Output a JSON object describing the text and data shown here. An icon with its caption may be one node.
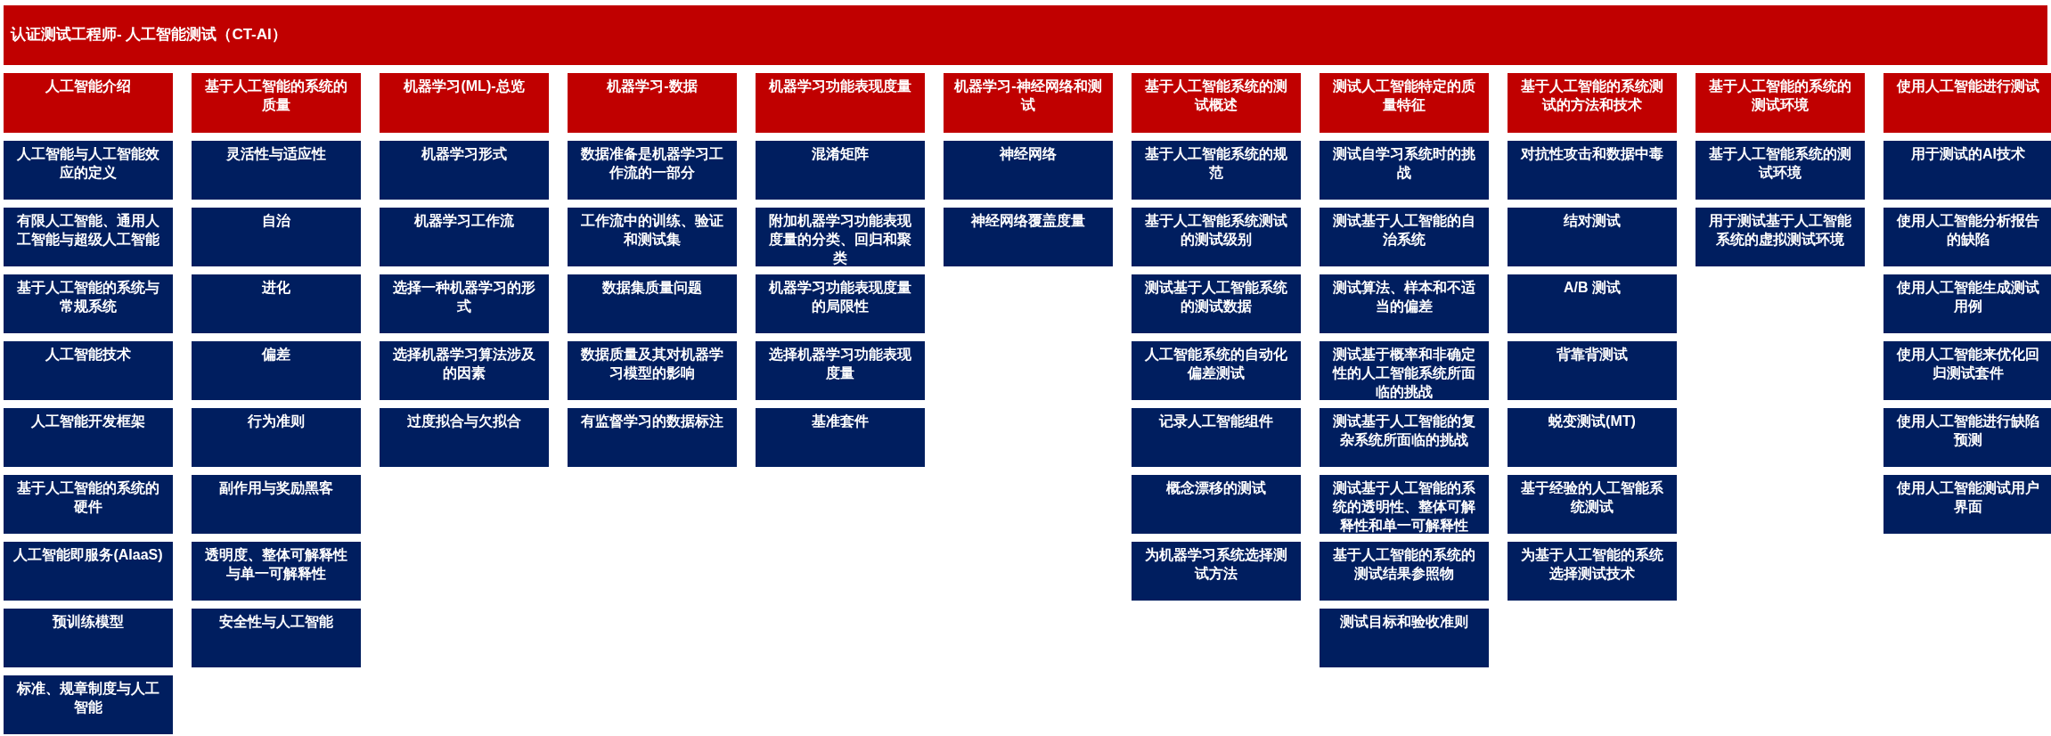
{
  "diagram": {
    "nodes": [
      {
        "text": [
          "认证测试工程师- 人工智能测试（CT-AI）"
        ]
      },
      {
        "text": [
          "人工智能介绍"
        ]
      },
      {
        "text": [
          "人工智能与人工智能效应的定义"
        ]
      },
      {
        "text": [
          "有限人工智能、通用人工智能与超级人工智能"
        ]
      },
      {
        "text": [
          "基于人工智能的系统与常规系统"
        ]
      },
      {
        "text": [
          "人工智能技术"
        ]
      },
      {
        "text": [
          "人工智能开发框架"
        ]
      },
      {
        "text": [
          "基于人工智能的系统的硬件"
        ]
      },
      {
        "text": [
          "人工智能即服务(AIaaS)"
        ]
      },
      {
        "text": [
          "预训练模型"
        ]
      },
      {
        "text": [
          "标准、规章制度与人工智能"
        ]
      },
      {
        "text": [
          "基于人工智能的系统的质量"
        ]
      },
      {
        "text": [
          "灵活性与适应性"
        ]
      },
      {
        "text": [
          "自治"
        ]
      },
      {
        "text": [
          "进化"
        ]
      },
      {
        "text": [
          "偏差"
        ]
      },
      {
        "text": [
          "行为准则"
        ]
      },
      {
        "text": [
          "副作用与奖励黑客"
        ]
      },
      {
        "text": [
          "透明度、整体可解释性与单一可解释性"
        ]
      },
      {
        "text": [
          "安全性与人工智能"
        ]
      },
      {
        "text": [
          "机器学习(ML)-总览"
        ]
      },
      {
        "text": [
          "机器学习形式"
        ]
      },
      {
        "text": [
          "机器学习工作流"
        ]
      },
      {
        "text": [
          "选择一种机器学习的形式"
        ]
      },
      {
        "text": [
          "选择机器学习算法涉及的因素"
        ]
      },
      {
        "text": [
          "过度拟合与欠拟合"
        ]
      },
      {
        "text": [
          "机器学习-数据"
        ]
      },
      {
        "text": [
          "数据准备是机器学习工作流的一部分"
        ]
      },
      {
        "text": [
          "工作流中的训练、验证和测试集"
        ]
      },
      {
        "text": [
          "数据集质量问题"
        ]
      },
      {
        "text": [
          "数据质量及其对机器学习模型的影响"
        ]
      },
      {
        "text": [
          "有监督学习的数据标注"
        ]
      },
      {
        "text": [
          "机器学习功能表现度量"
        ]
      },
      {
        "text": [
          "混淆矩阵"
        ]
      },
      {
        "text": [
          "附加机器学习功能表现度量的分类、回归和聚类"
        ]
      },
      {
        "text": [
          "机器学习功能表现度量的局限性"
        ]
      },
      {
        "text": [
          "选择机器学习功能表现度量"
        ]
      },
      {
        "text": [
          "基准套件"
        ]
      },
      {
        "text": [
          "机器学习-神经网络和测试"
        ]
      },
      {
        "text": [
          "神经网络"
        ]
      },
      {
        "text": [
          "神经网络覆盖度量"
        ]
      },
      {
        "text": [
          "基于人工智能系统的测试概述"
        ]
      },
      {
        "text": [
          "基于人工智能系统的规范"
        ]
      },
      {
        "text": [
          "基于人工智能系统测试的测试级别"
        ]
      },
      {
        "text": [
          "测试基于人工智能系统的测试数据"
        ]
      },
      {
        "text": [
          "人工智能系统的自动化偏差测试"
        ]
      },
      {
        "text": [
          "记录人工智能组件"
        ]
      },
      {
        "text": [
          "概念漂移的测试"
        ]
      },
      {
        "text": [
          "为机器学习系统选择测试方法"
        ]
      },
      {
        "text": [
          "测试人工智能特定的质量特征"
        ]
      },
      {
        "text": [
          "测试自学习系统时的挑战"
        ]
      },
      {
        "text": [
          "测试基于人工智能的自治系统"
        ]
      },
      {
        "text": [
          "测试算法、样本和不适当的偏差"
        ]
      },
      {
        "text": [
          "测试基于概率和非确定性的人工智能系统所面临的挑战"
        ]
      },
      {
        "text": [
          "测试基于人工智能的复杂系统所面临的挑战"
        ]
      },
      {
        "text": [
          "测试基于人工智能的系统的透明性、整体可解释性和单一可解释性"
        ]
      },
      {
        "text": [
          "基于人工智能的系统的测试结果参照物"
        ]
      },
      {
        "text": [
          "测试目标和验收准则"
        ]
      },
      {
        "text": [
          "基于人工智能的系统测试的方法和技术"
        ]
      },
      {
        "text": [
          "对抗性攻击和数据中毒"
        ]
      },
      {
        "text": [
          "结对测试"
        ]
      },
      {
        "text": [
          "A/B 测试"
        ]
      },
      {
        "text": [
          "背靠背测试"
        ]
      },
      {
        "text": [
          "蜕变测试(MT)"
        ]
      },
      {
        "text": [
          "基于经验的人工智能系统测试"
        ]
      },
      {
        "text": [
          "为基于人工智能的系统选择测试技术"
        ]
      },
      {
        "text": [
          "基于人工智能的系统的测试环境"
        ]
      },
      {
        "text": [
          "基于人工智能系统的测试环境"
        ]
      },
      {
        "text": [
          "用于测试基于人工智能系统的虚拟测试环境"
        ]
      },
      {
        "text": [
          "使用人工智能进行测试"
        ]
      },
      {
        "text": [
          "用于测试的AI技术"
        ]
      },
      {
        "text": [
          "使用人工智能分析报告的缺陷"
        ]
      },
      {
        "text": [
          "使用人工智能生成测试用例"
        ]
      },
      {
        "text": [
          "使用人工智能来优化回归测试套件"
        ]
      },
      {
        "text": [
          "使用人工智能进行缺陷预测"
        ]
      },
      {
        "text": [
          "使用人工智能测试用户界面"
        ]
      }
    ]
  }
}
